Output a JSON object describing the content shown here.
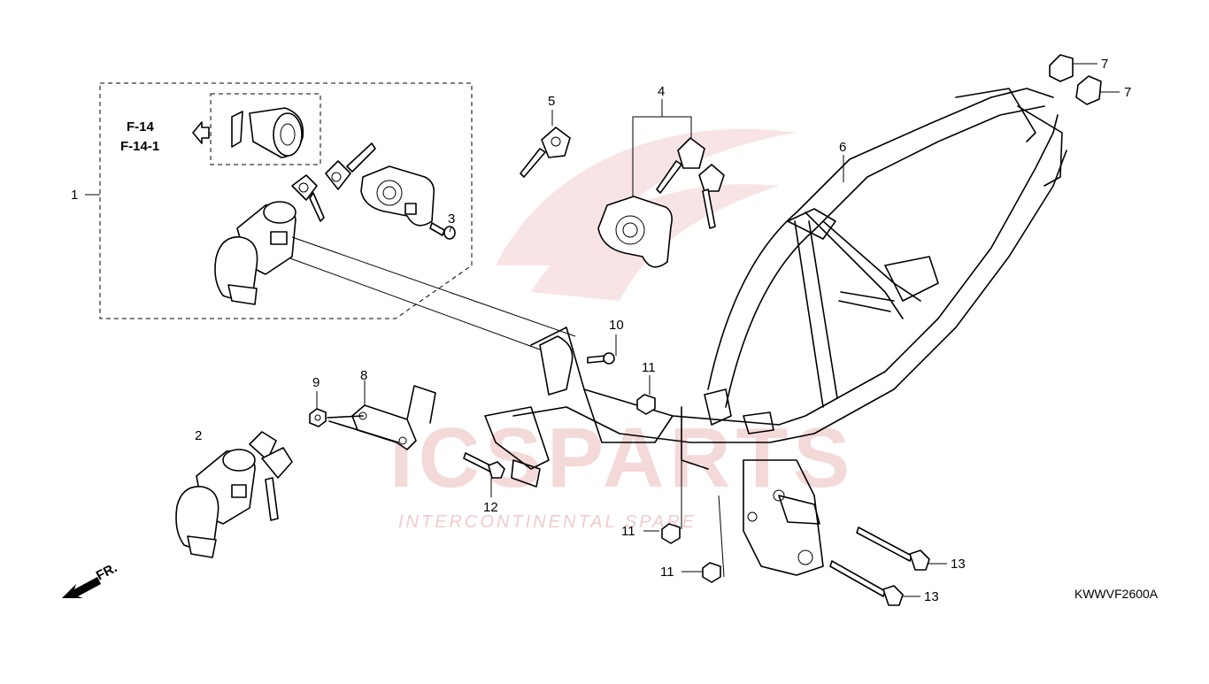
{
  "reference": {
    "line1": "F-14",
    "line2": "F-14-1"
  },
  "diagram_code": "KWWVF2600A",
  "direction_label": "FR.",
  "watermark": {
    "brand": "ICSPARTS",
    "tagline": "INTERCONTINENTAL SPARE"
  },
  "callouts": {
    "c1": "1",
    "c2": "2",
    "c3": "3",
    "c4": "4",
    "c5": "5",
    "c6": "6",
    "c7a": "7",
    "c7b": "7",
    "c8": "8",
    "c9": "9",
    "c10": "10",
    "c11a": "11",
    "c11b": "11",
    "c11c": "11",
    "c12": "12",
    "c13a": "13",
    "c13b": "13"
  },
  "colors": {
    "line": "#000000",
    "watermark": "#f4d9d9"
  }
}
